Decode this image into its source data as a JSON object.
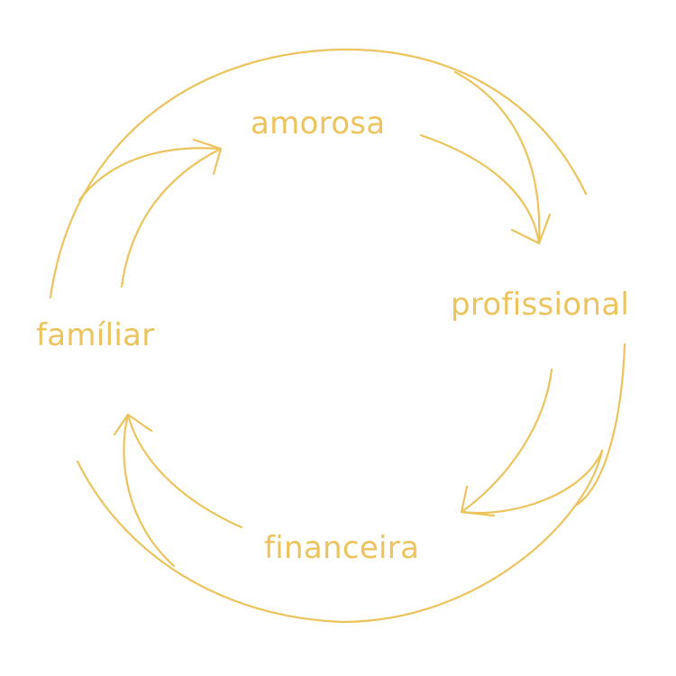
{
  "diagram": {
    "color": "#ecc35c",
    "nodes": [
      {
        "id": "amorosa",
        "label": "amorosa"
      },
      {
        "id": "profissional",
        "label": "profissional"
      },
      {
        "id": "familiar",
        "label": "famíliar"
      },
      {
        "id": "financeira",
        "label": "financeira"
      }
    ],
    "edges": [
      {
        "from": "amorosa",
        "to": "profissional"
      },
      {
        "from": "profissional",
        "to": "financeira"
      },
      {
        "from": "financeira",
        "to": "familiar"
      },
      {
        "from": "familiar",
        "to": "amorosa"
      }
    ]
  }
}
